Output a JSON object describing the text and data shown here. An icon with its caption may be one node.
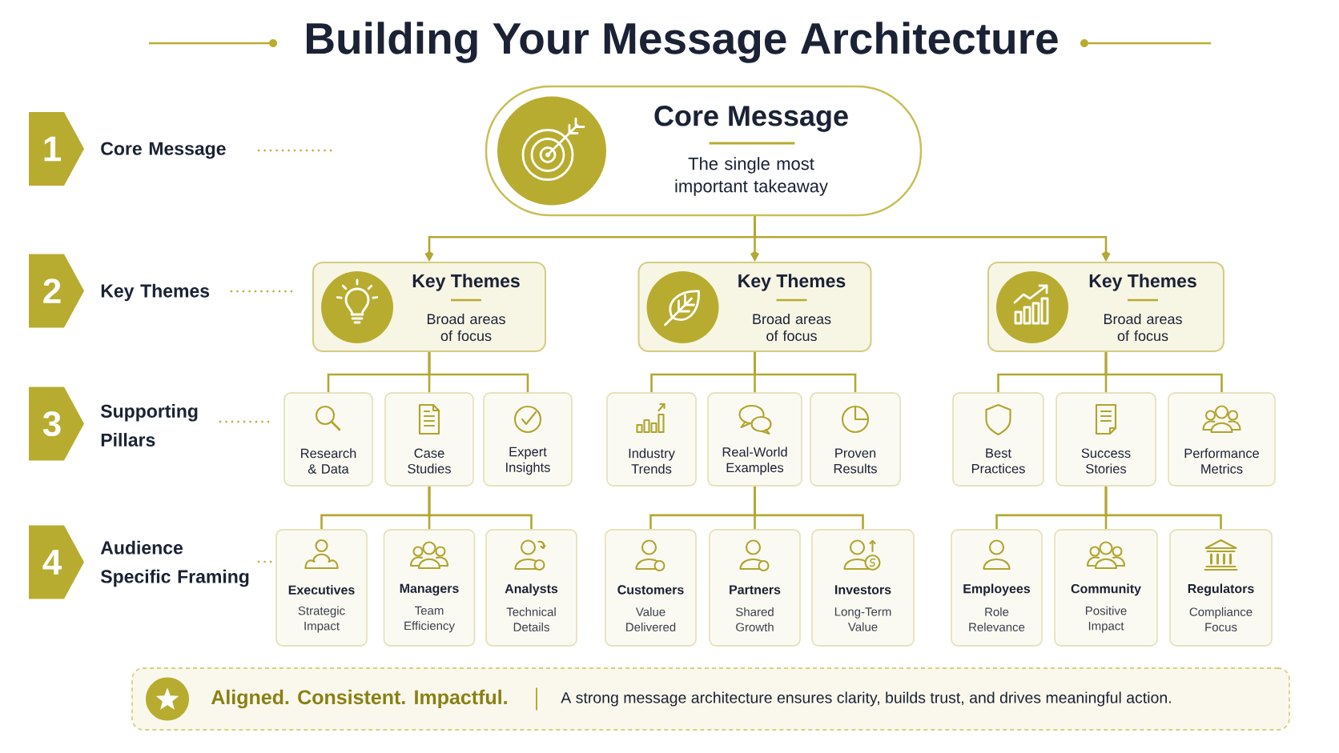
{
  "diagram": {
    "title": "Building Your Message Architecture",
    "nodes": [
      {
        "text": [
          "1"
        ],
        "beside": [
          "Core Message"
        ]
      },
      {
        "text": [
          "Core Message",
          "The single most important takeaway"
        ]
      },
      {
        "text": [
          "2"
        ],
        "beside": [
          "Key Themes"
        ]
      },
      {
        "text": [
          "Key Themes",
          "Broad areas of focus"
        ]
      },
      {
        "text": [
          "Key Themes",
          "Broad areas of focus"
        ]
      },
      {
        "text": [
          "Key Themes",
          "Broad areas of focus"
        ]
      },
      {
        "text": [
          "3"
        ],
        "beside": [
          "Supporting Pillars"
        ]
      },
      {
        "text": [
          "Research & Data"
        ]
      },
      {
        "text": [
          "Case Studies"
        ]
      },
      {
        "text": [
          "Expert Insights"
        ]
      },
      {
        "text": [
          "Industry Trends"
        ]
      },
      {
        "text": [
          "Real-World Examples"
        ]
      },
      {
        "text": [
          "Proven Results"
        ]
      },
      {
        "text": [
          "Best Practices"
        ]
      },
      {
        "text": [
          "Success Stories"
        ]
      },
      {
        "text": [
          "Performance Metrics"
        ]
      },
      {
        "text": [
          "4"
        ],
        "beside": [
          "Audience Specific Framing"
        ]
      },
      {
        "text": [
          "Executives",
          "Strategic Impact"
        ]
      },
      {
        "text": [
          "Managers",
          "Team Efficiency"
        ]
      },
      {
        "text": [
          "Analysts",
          "Technical Details"
        ]
      },
      {
        "text": [
          "Customers",
          "Value Delivered"
        ]
      },
      {
        "text": [
          "Partners",
          "Shared Growth"
        ]
      },
      {
        "text": [
          "Investors",
          "Long-Term Value"
        ]
      },
      {
        "text": [
          "Employees",
          "Role Relevance"
        ]
      },
      {
        "text": [
          "Community",
          "Positive Impact"
        ]
      },
      {
        "text": [
          "Regulators",
          "Compliance Focus"
        ]
      },
      {
        "text": [
          "Aligned. Consistent. Impactful.",
          "A strong message architecture ensures clarity, builds trust, and drives meaningful action."
        ]
      }
    ],
    "edges": [
      {
        "from": 1,
        "to": 3,
        "arrow": "to"
      },
      {
        "from": 1,
        "to": 4,
        "arrow": "to"
      },
      {
        "from": 1,
        "to": 5,
        "arrow": "to"
      },
      {
        "from": 3,
        "to": 7,
        "arrow": "none"
      },
      {
        "from": 3,
        "to": 8,
        "arrow": "none"
      },
      {
        "from": 3,
        "to": 9,
        "arrow": "none"
      },
      {
        "from": 4,
        "to": 10,
        "arrow": "none"
      },
      {
        "from": 4,
        "to": 11,
        "arrow": "none"
      },
      {
        "from": 4,
        "to": 12,
        "arrow": "none"
      },
      {
        "from": 5,
        "to": 13,
        "arrow": "none"
      },
      {
        "from": 5,
        "to": 14,
        "arrow": "none"
      },
      {
        "from": 5,
        "to": 15,
        "arrow": "none"
      },
      {
        "from": 8,
        "to": 17,
        "arrow": "none"
      },
      {
        "from": 8,
        "to": 18,
        "arrow": "none"
      },
      {
        "from": 8,
        "to": 19,
        "arrow": "none"
      },
      {
        "from": 11,
        "to": 20,
        "arrow": "none"
      },
      {
        "from": 11,
        "to": 21,
        "arrow": "none"
      },
      {
        "from": 11,
        "to": 22,
        "arrow": "none"
      },
      {
        "from": 14,
        "to": 23,
        "arrow": "none"
      },
      {
        "from": 14,
        "to": 24,
        "arrow": "none"
      },
      {
        "from": 14,
        "to": 25,
        "arrow": "none"
      }
    ]
  }
}
